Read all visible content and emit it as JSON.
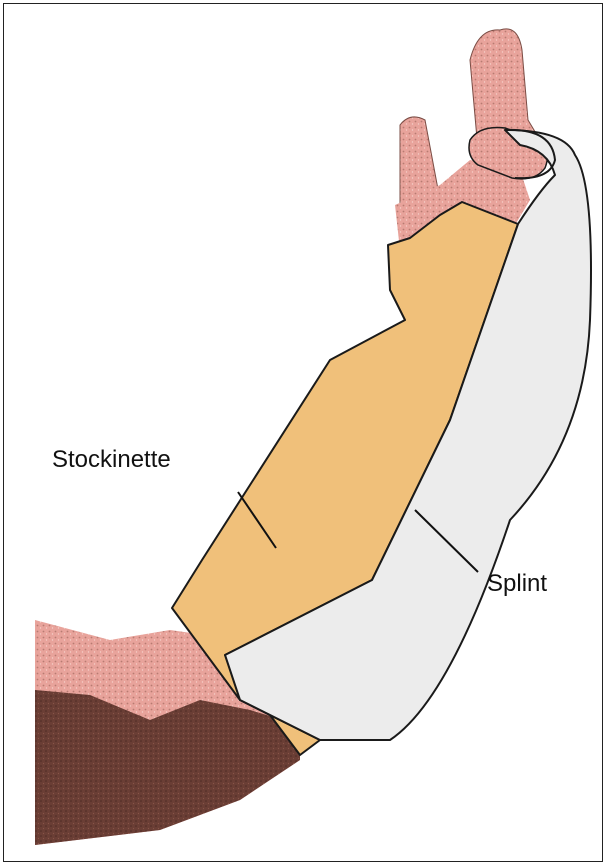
{
  "labels": {
    "stockinette": "Stockinette",
    "splint": "Splint"
  },
  "colors": {
    "stockinette_fill": "#F0C07A",
    "splint_fill": "#ECECEC",
    "skin_fill": "#E8A39B",
    "skin_shadow": "#B87B72",
    "sleeve_fill": "#6A3E35",
    "outline": "#1a1a1a"
  },
  "icons": {
    "arm_illustration": "forearm-with-volar-splint"
  }
}
